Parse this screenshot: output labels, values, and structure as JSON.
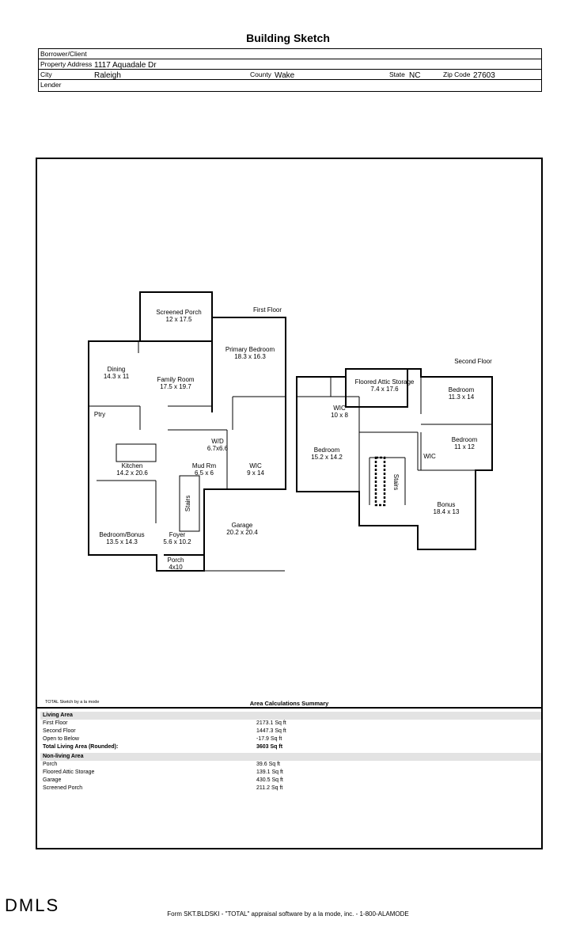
{
  "header": {
    "title": "Building Sketch"
  },
  "info": {
    "borrower_label": "Borrower/Client",
    "address_label": "Property Address",
    "address_value": "1117 Aquadale Dr",
    "city_label": "City",
    "city_value": "Raleigh",
    "county_label": "County",
    "county_value": "Wake",
    "state_label": "State",
    "state_value": "NC",
    "zip_label": "Zip Code",
    "zip_value": "27603",
    "lender_label": "Lender"
  },
  "first_floor": {
    "label": "First Floor",
    "rooms": [
      {
        "name": "Screened Porch",
        "dims": "12 x 17.5"
      },
      {
        "name": "Primary Bedroom",
        "dims": "18.3 x 16.3"
      },
      {
        "name": "Dining",
        "dims": "14.3 x 11"
      },
      {
        "name": "Family Room",
        "dims": "17.5 x 19.7"
      },
      {
        "name": "Ptry",
        "dims": ""
      },
      {
        "name": "W/D",
        "dims": "6.7x6.6"
      },
      {
        "name": "Kitchen",
        "dims": "14.2 x 20.6"
      },
      {
        "name": "Mud Rm",
        "dims": "6.5 x 6"
      },
      {
        "name": "WIC",
        "dims": "9 x 14"
      },
      {
        "name": "Stairs",
        "dims": ""
      },
      {
        "name": "Garage",
        "dims": "20.2 x 20.4"
      },
      {
        "name": "Bedroom/Bonus",
        "dims": "13.5 x 14.3"
      },
      {
        "name": "Foyer",
        "dims": "5.6 x 10.2"
      },
      {
        "name": "Porch",
        "dims": "4x10"
      }
    ]
  },
  "second_floor": {
    "label": "Second Floor",
    "rooms": [
      {
        "name": "Floored Attic Storage",
        "dims": "7.4 x 17.6"
      },
      {
        "name": "Bedroom",
        "dims": "11.3 x 14"
      },
      {
        "name": "WIC",
        "dims": "10 x 8"
      },
      {
        "name": "Bedroom",
        "dims": "11 x 12"
      },
      {
        "name": "Bedroom",
        "dims": "15.2 x 14.2"
      },
      {
        "name": "WIC",
        "dims": ""
      },
      {
        "name": "Stairs",
        "dims": ""
      },
      {
        "name": "Bonus",
        "dims": "18.4 x 13"
      }
    ]
  },
  "summary": {
    "credit": "TOTAL Sketch by a la mode",
    "title": "Area Calculations Summary",
    "living_header": "Living Area",
    "living": [
      {
        "label": "First Floor",
        "value": "2173.1 Sq ft"
      },
      {
        "label": "Second Floor",
        "value": "1447.3 Sq ft"
      },
      {
        "label": "Open to Below",
        "value": "-17.9 Sq ft"
      }
    ],
    "total_label": "Total Living Area (Rounded):",
    "total_value": "3603 Sq ft",
    "nonliving_header": "Non-living Area",
    "nonliving": [
      {
        "label": "Porch",
        "value": "39.6 Sq ft"
      },
      {
        "label": "Floored Attic Storage",
        "value": "139.1 Sq ft"
      },
      {
        "label": "Garage",
        "value": "430.5 Sq ft"
      },
      {
        "label": "Screened Porch",
        "value": "211.2 Sq ft"
      }
    ]
  },
  "footer": {
    "text": "Form SKT.BLDSKI - \"TOTAL\" appraisal software by a la mode, inc. - 1-800-ALAMODE"
  },
  "logo": {
    "text": "DMLS"
  }
}
